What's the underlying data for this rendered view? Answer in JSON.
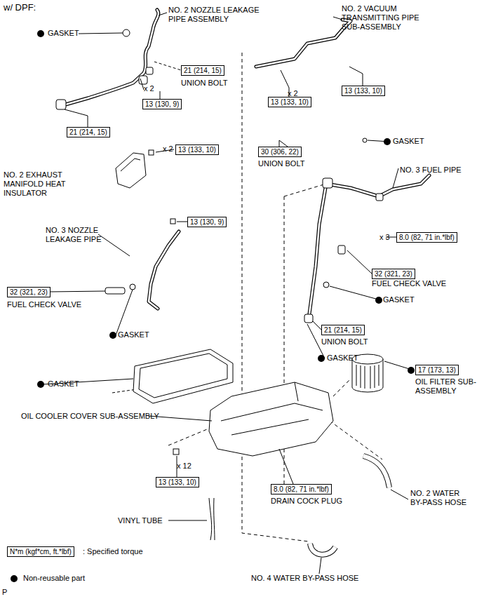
{
  "diagram": {
    "title": "w/ DPF:",
    "nodes": [
      {
        "text": [
          "21 (214, 15)"
        ]
      },
      {
        "text": [
          "13 (130, 9)"
        ]
      },
      {
        "text": [
          "13 (133, 10)"
        ]
      },
      {
        "text": [
          "13 (133, 10)"
        ]
      },
      {
        "text": [
          "21 (214, 15)"
        ]
      },
      {
        "text": [
          "13 (133, 10)"
        ]
      },
      {
        "text": [
          "30 (306, 22)"
        ]
      },
      {
        "text": [
          "13 (130, 9)"
        ]
      },
      {
        "text": [
          "8.0 (82, 71 in.*lbf)"
        ]
      },
      {
        "text": [
          "32 (321, 23)"
        ]
      },
      {
        "text": [
          "32 (321, 23)"
        ]
      },
      {
        "text": [
          "21 (214, 15)"
        ]
      },
      {
        "text": [
          "17 (173, 13)"
        ]
      },
      {
        "text": [
          "13 (133, 10)"
        ]
      },
      {
        "text": [
          "8.0 (82, 71 in.*lbf)"
        ]
      },
      {
        "text": [
          "N*m (kgf*cm, ft.*lbf)"
        ]
      }
    ],
    "labels": [
      "GASKET",
      "NO. 2 NOZZLE LEAKAGE PIPE ASSEMBLY",
      "UNION BOLT",
      "x 2",
      "NO. 2 VACUUM TRANSMITTING PIPE SUB-ASSEMBLY",
      "x 2",
      "NO. 2 EXHAUST MANIFOLD HEAT INSULATOR",
      "x 2",
      "UNION BOLT",
      "GASKET",
      "NO. 3 FUEL PIPE",
      "NO. 3 NOZZLE LEAKAGE PIPE",
      "x 3",
      "FUEL CHECK VALVE",
      "FUEL CHECK VALVE",
      "GASKET",
      "GASKET",
      "UNION BOLT",
      "GASKET",
      "GASKET",
      "OIL FILTER SUB-ASSEMBLY",
      "OIL COOLER COVER SUB-ASSEMBLY",
      "x 12",
      "DRAIN COCK PLUG",
      "NO. 2 WATER BY-PASS HOSE",
      "VINYL TUBE",
      "NO. 4 WATER BY-PASS HOSE",
      "P"
    ],
    "legend": [
      {
        "text": ": Specified torque"
      },
      {
        "text": "Non-reusable part"
      }
    ]
  }
}
